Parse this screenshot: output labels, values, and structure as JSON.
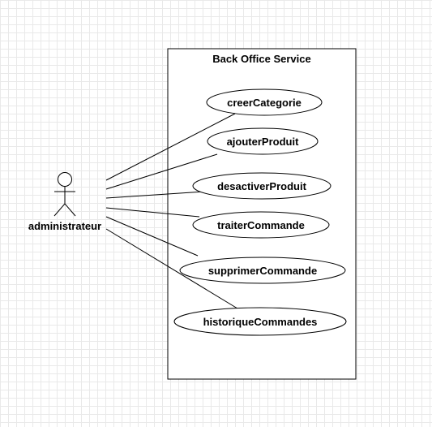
{
  "system": {
    "title": "Back Office Service"
  },
  "actor": {
    "name": "administrateur"
  },
  "use_cases": [
    {
      "label": "creerCategorie"
    },
    {
      "label": "ajouterProduit"
    },
    {
      "label": "desactiverProduit"
    },
    {
      "label": "traiterCommande"
    },
    {
      "label": "supprimerCommande"
    },
    {
      "label": "historiqueCommandes"
    }
  ]
}
